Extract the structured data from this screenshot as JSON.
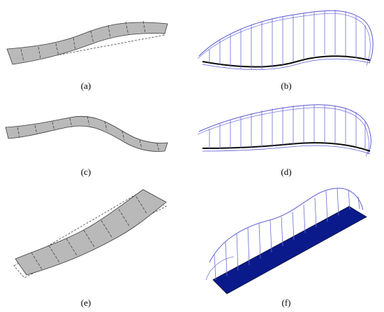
{
  "figure": {
    "panels": [
      {
        "label": "(a)",
        "kind": "bridge-deck-mode-shape-gray"
      },
      {
        "label": "(b)",
        "kind": "arch-bridge-wireframe-blue"
      },
      {
        "label": "(c)",
        "kind": "bridge-deck-mode-shape-gray"
      },
      {
        "label": "(d)",
        "kind": "arch-bridge-wireframe-blue"
      },
      {
        "label": "(e)",
        "kind": "bridge-deck-torsion-mode-gray"
      },
      {
        "label": "(f)",
        "kind": "arch-bridge-torsion-mode-blue"
      }
    ],
    "colors": {
      "deck_fill": "#b9b9b9",
      "deck_edge": "#3a3a3a",
      "arch_line": "#5a5ad0",
      "deck_dark": "#0a0a0a",
      "torsion_fill": "#0b1a8a"
    }
  }
}
